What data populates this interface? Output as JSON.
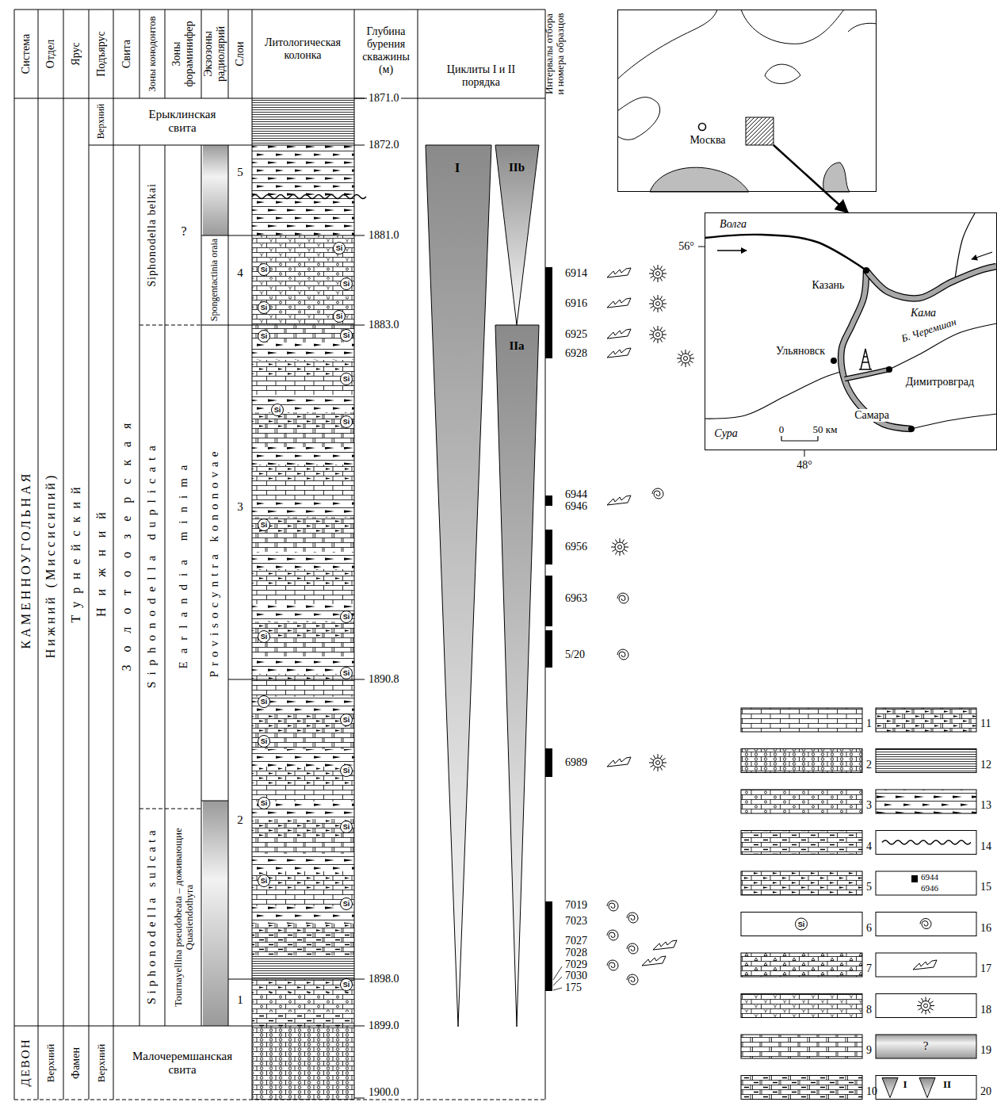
{
  "diagram": {
    "nodes": [
      {
        "text": [
          "Москва"
        ]
      },
      {
        "text": [
          "Волга",
          "Казань",
          "Кама",
          "Ульяновск",
          "Б. Черемшан",
          "Димитровград",
          "Сура",
          "0",
          "50 км",
          "Самара"
        ]
      }
    ],
    "edges": [
      {
        "from": 0,
        "to": 1,
        "arrow": "to"
      }
    ],
    "labels": [
      "Система",
      "Отдел",
      "Ярус",
      "Подъярус",
      "Свита",
      "Зоны конодонтов",
      "Зоны фораминифер",
      "Экзозоны радиолярий",
      "Слои",
      "Литологическая колонка",
      "Глубина бурения скважины (м)",
      "Циклиты I и II порядка",
      "Интервалы отбора и номера образцов",
      "КАМЕННОУГОЛЬНАЯ",
      "Нижний (Миссисипий)",
      "Турнейский",
      "Верхний",
      "Ерыклинская свита",
      "Нижний",
      "Золотоозерская",
      "Siphonodella belkai",
      "Siphonodella duplicata",
      "Siphonodella sulcata",
      "?",
      "Earlandia minima",
      "Tournayellina pseudobeata – доживающие Quasiendothyra",
      "Spongentactinia oraia",
      "Provisocyntra kononovae",
      "5",
      "4",
      "3",
      "2",
      "1",
      "ДЕВОН",
      "Верхний",
      "Фамен",
      "Верхний",
      "Малочеремшанская свита",
      "1871.0",
      "1872.0",
      "1881.0",
      "1883.0",
      "1890.8",
      "1898.0",
      "1899.0",
      "1900.0",
      "I",
      "IIb",
      "IIa",
      "6914",
      "6916",
      "6925",
      "6928",
      "6944",
      "6946",
      "6956",
      "6963",
      "5/20",
      "6989",
      "7019",
      "7023",
      "7027",
      "7028",
      "7029",
      "7030",
      "175",
      "56°",
      "48°",
      "6944",
      "6946",
      "?",
      "I",
      "II",
      "Si",
      "Si",
      "Si",
      "Si",
      "Si",
      "Si",
      "Si",
      "Si",
      "Si",
      "Si",
      "Si",
      "Si",
      "Si",
      "Si",
      "Si",
      "Si",
      "Si",
      "Si",
      "Si",
      "Si",
      "Si",
      "Si",
      "Si",
      "Si"
    ],
    "legend": [
      {
        "text": "1"
      },
      {
        "text": "2"
      },
      {
        "text": "3"
      },
      {
        "text": "4"
      },
      {
        "text": "5"
      },
      {
        "text": "6"
      },
      {
        "text": "7"
      },
      {
        "text": "8"
      },
      {
        "text": "9"
      },
      {
        "text": "10"
      },
      {
        "text": "11"
      },
      {
        "text": "12"
      },
      {
        "text": "13"
      },
      {
        "text": "14"
      },
      {
        "text": "15"
      },
      {
        "text": "16"
      },
      {
        "text": "17"
      },
      {
        "text": "18"
      },
      {
        "text": "19"
      },
      {
        "text": "20"
      }
    ]
  }
}
